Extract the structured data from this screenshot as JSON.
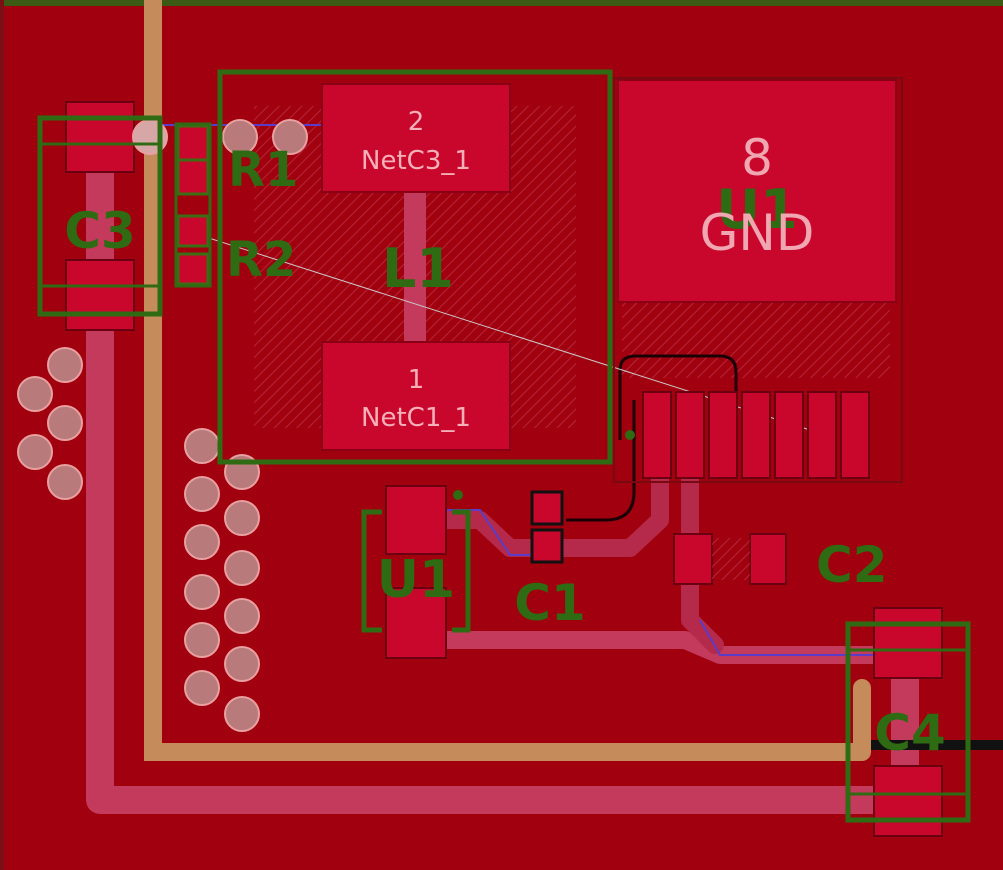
{
  "colors": {
    "board": "#a1000e",
    "copper": "#c9062c",
    "trace": "#c43a5c",
    "silkscreen": "#2e6b12",
    "outline": "#e8824a",
    "via": "#b87a7a",
    "pad_text": "#f7b0b8"
  },
  "designators": {
    "c3": "C3",
    "r1": "R1",
    "r2": "R2",
    "l1": "L1",
    "u1_ic": "U1",
    "u1_small": "U1",
    "c1": "C1",
    "c2": "C2",
    "c4": "C4"
  },
  "pads": {
    "l1_pad2": {
      "number": "2",
      "net": "NetC3_1"
    },
    "l1_pad1": {
      "number": "1",
      "net": "NetC1_1"
    },
    "u1_pad8": {
      "number": "8",
      "net": "GND"
    }
  }
}
